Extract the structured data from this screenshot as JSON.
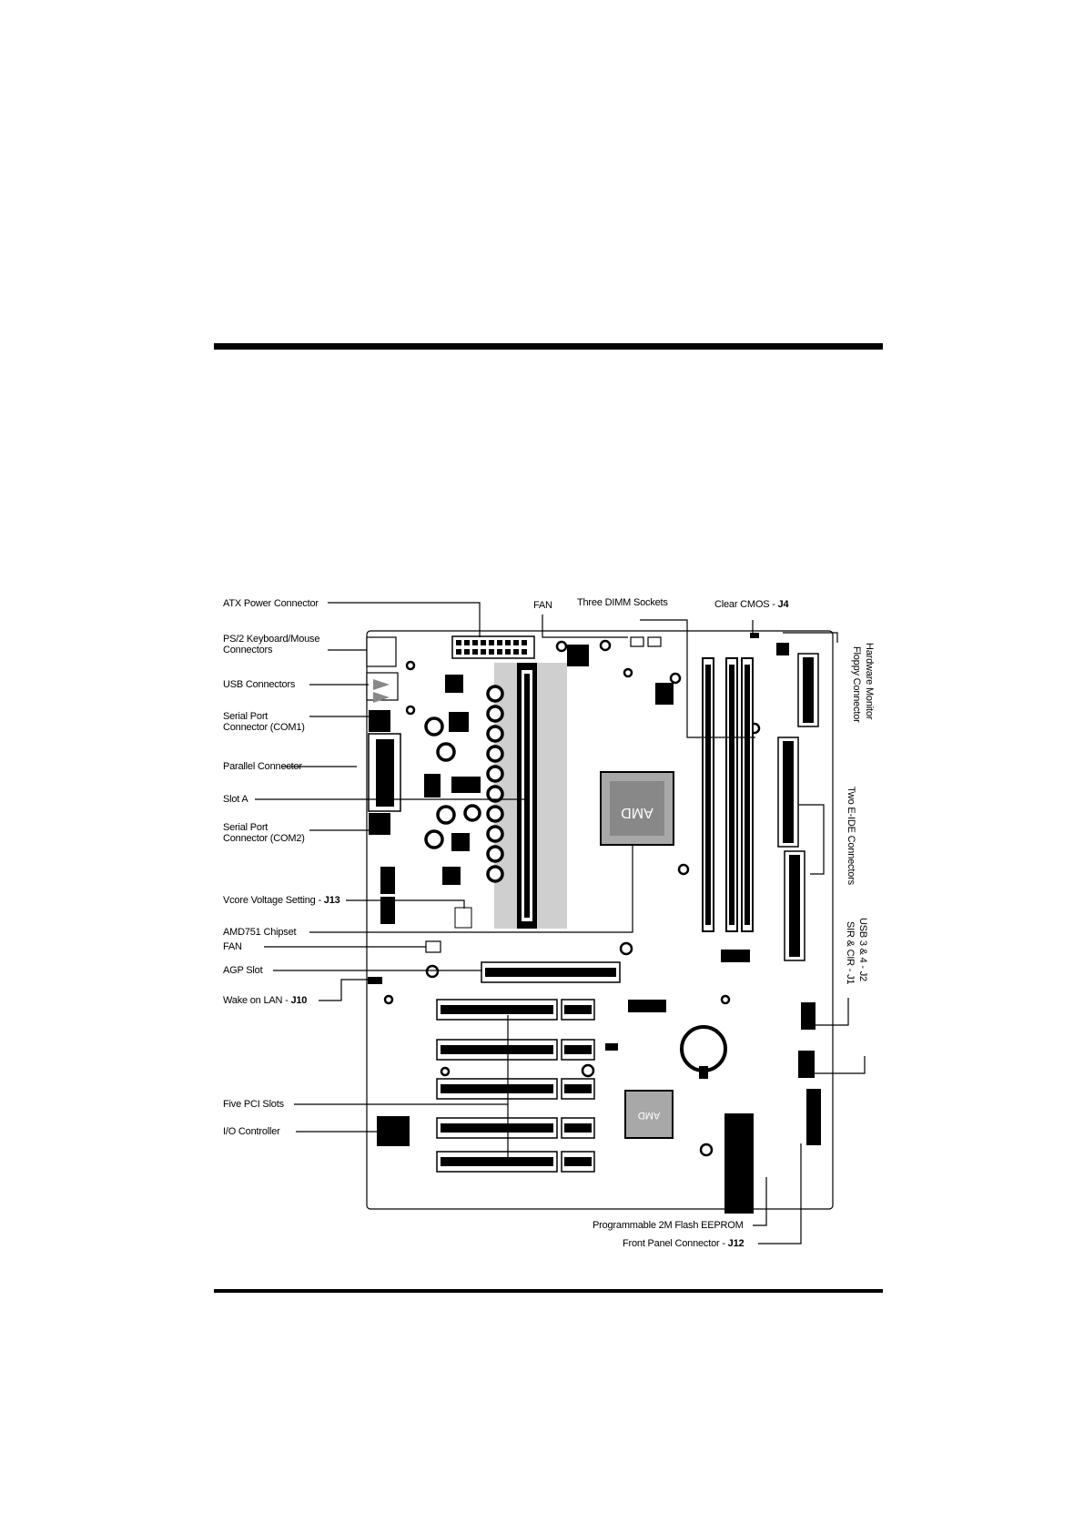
{
  "labels_left": [
    {
      "id": "ps2",
      "text": "PS/2 Keyboard/Mouse\nConnectors"
    },
    {
      "id": "usb",
      "text": "USB Connectors"
    },
    {
      "id": "com1",
      "text": "Serial Port\nConnector (COM1)"
    },
    {
      "id": "parallel",
      "text": "Parallel Connector"
    },
    {
      "id": "slota",
      "text": "Slot A"
    },
    {
      "id": "com2",
      "text": "Serial Port\nConnector (COM2)"
    },
    {
      "id": "vcore",
      "text": "Vcore Voltage Setting - ",
      "bold": "J13"
    },
    {
      "id": "chipset",
      "text": "AMD751 Chipset"
    },
    {
      "id": "fan2",
      "text": "FAN"
    },
    {
      "id": "agp",
      "text": "AGP Slot"
    },
    {
      "id": "wol",
      "text": "Wake on LAN - ",
      "bold": "J10"
    },
    {
      "id": "pci",
      "text": "Five PCI Slots"
    },
    {
      "id": "io",
      "text": "I/O Controller"
    }
  ],
  "labels_top": [
    {
      "id": "atx",
      "text": "ATX Power Connector"
    },
    {
      "id": "fan1",
      "text": "FAN"
    },
    {
      "id": "dimm",
      "text": "Three DIMM Sockets"
    },
    {
      "id": "cmos",
      "text": "Clear CMOS  - ",
      "bold": "J4"
    }
  ],
  "labels_right": [
    {
      "id": "hwmon",
      "text": "Hardware Monitor"
    },
    {
      "id": "floppy",
      "text": "Floppy Connector"
    },
    {
      "id": "ide",
      "text": "Two E-IDE Connectors"
    },
    {
      "id": "usb34",
      "text": "USB 3 & 4 - J2"
    },
    {
      "id": "sir",
      "text": "SIR & CIR - J1"
    }
  ],
  "labels_bottom": [
    {
      "id": "flash",
      "text": "Programmable 2M Flash EEPROM"
    },
    {
      "id": "front",
      "text": "Front Panel Connector - ",
      "bold": "J12"
    }
  ],
  "chip_text": {
    "cpu_chip": "AMD",
    "southbridge": "AMD"
  }
}
